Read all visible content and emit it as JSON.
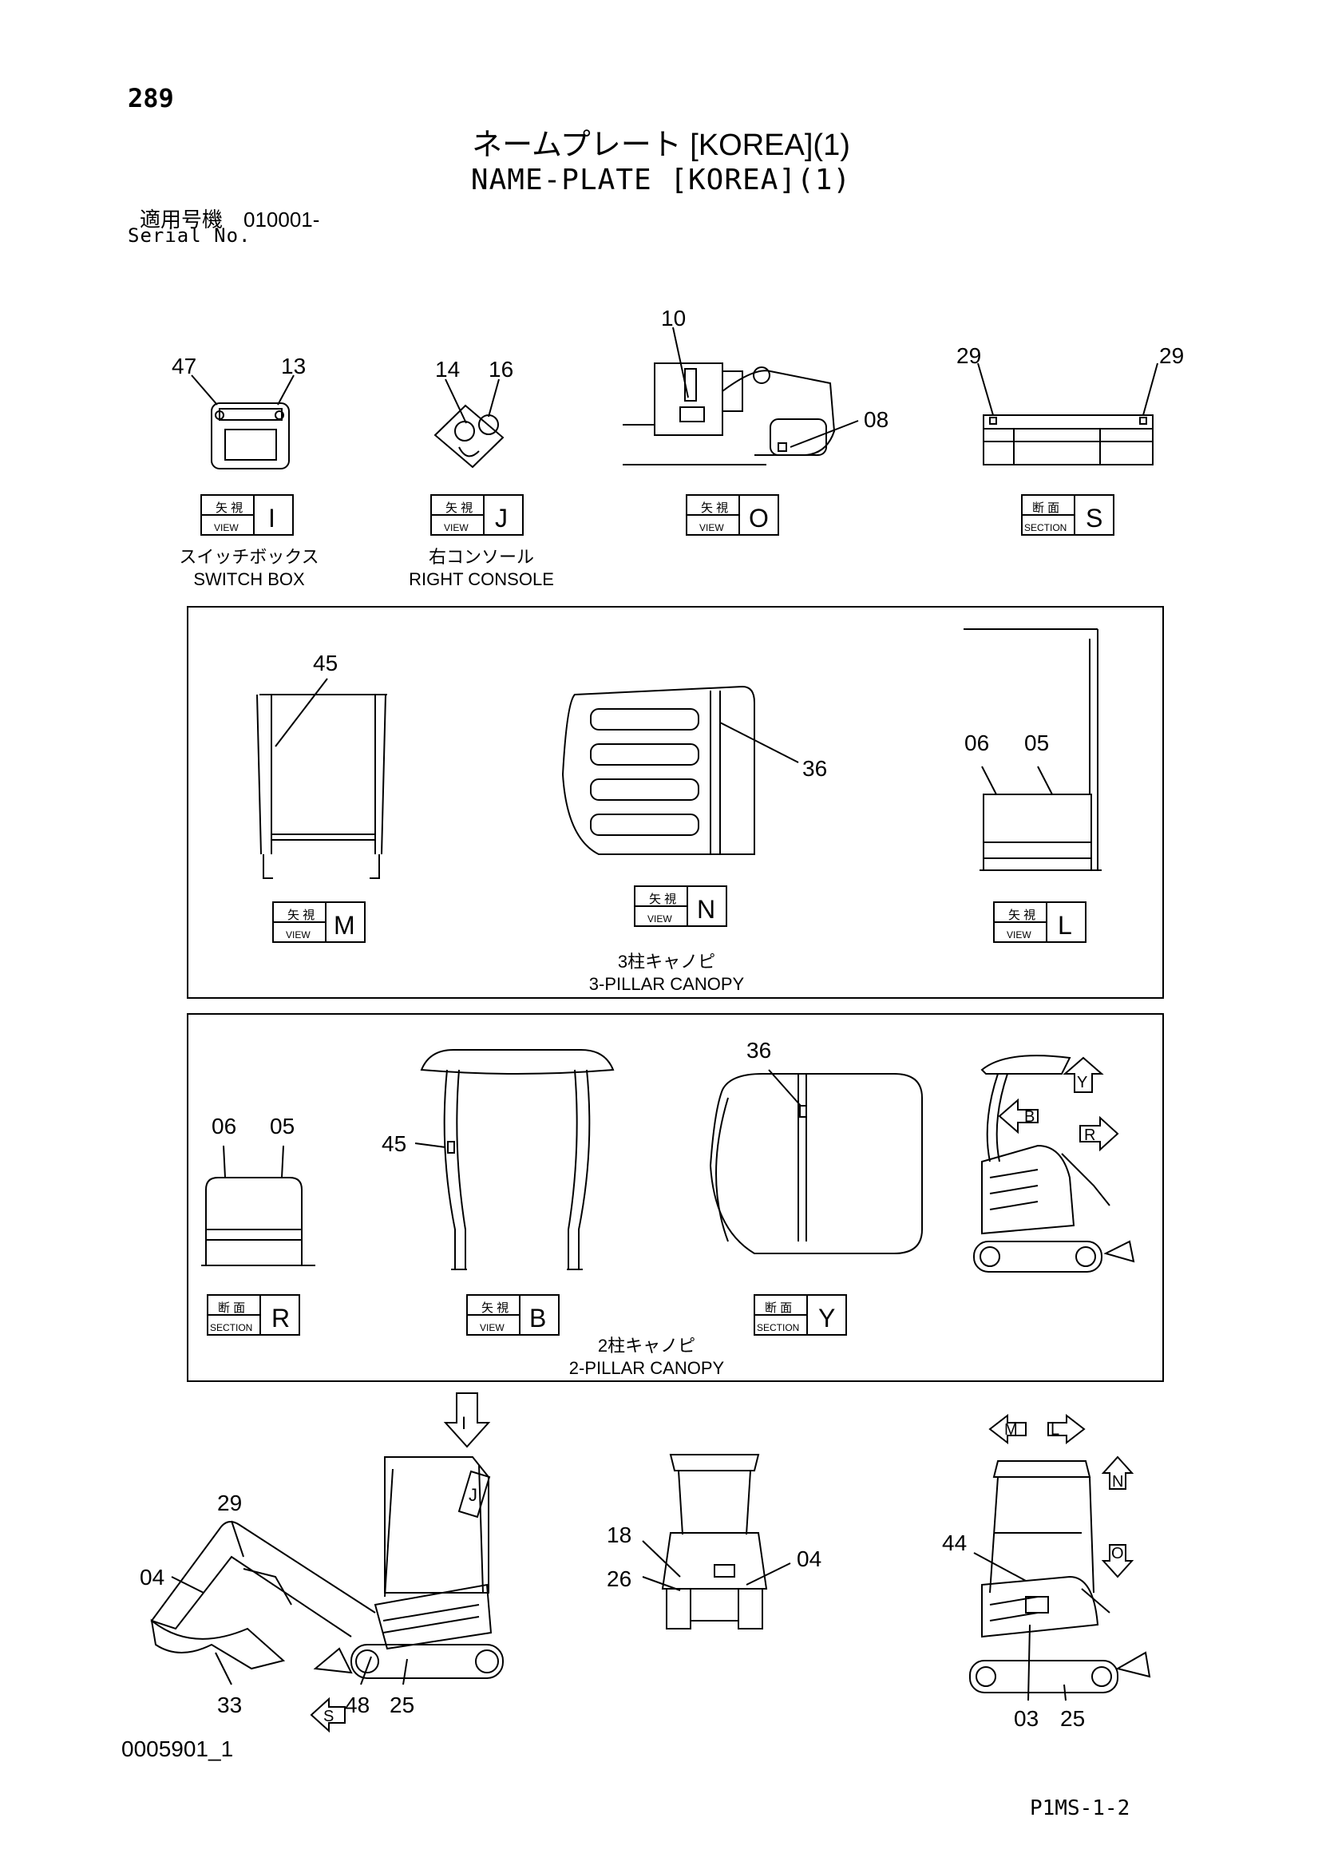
{
  "page_number": "289",
  "title_jp": "ネームプレート [KOREA](1)",
  "title_en": "NAME-PLATE [KOREA](1)",
  "serial_jp": "適用号機　010001-",
  "serial_en": "Serial No.",
  "doc_id": "0005901_1",
  "sheet_id": "P1MS-1-2",
  "labels": {
    "view_jp": "矢 視",
    "view_en": "VIEW",
    "section_jp": "断 面",
    "section_en": "SECTION"
  },
  "views": {
    "I": "I",
    "J": "J",
    "O": "O",
    "S": "S",
    "M": "M",
    "N": "N",
    "L": "L",
    "R": "R",
    "B": "B",
    "Y": "Y"
  },
  "captions": {
    "switch_box_jp": "スイッチボックス",
    "switch_box_en": "SWITCH BOX",
    "right_console_jp": "右コンソール",
    "right_console_en": "RIGHT CONSOLE",
    "canopy3_jp": "3柱キャノピ",
    "canopy3_en": "3-PILLAR CANOPY",
    "canopy2_jp": "2柱キャノピ",
    "canopy2_en": "2-PILLAR CANOPY"
  },
  "callouts": {
    "c47": "47",
    "c13": "13",
    "c14": "14",
    "c16": "16",
    "c10": "10",
    "c08": "08",
    "c29a": "29",
    "c29b": "29",
    "c45a": "45",
    "c36a": "36",
    "c06a": "06",
    "c05a": "05",
    "c06b": "06",
    "c05b": "05",
    "c45b": "45",
    "c36b": "36",
    "c29c": "29",
    "c04a": "04",
    "c33": "33",
    "c48": "48",
    "c25a": "25",
    "c18": "18",
    "c26": "26",
    "c04b": "04",
    "c44": "44",
    "c03": "03",
    "c25b": "25"
  }
}
